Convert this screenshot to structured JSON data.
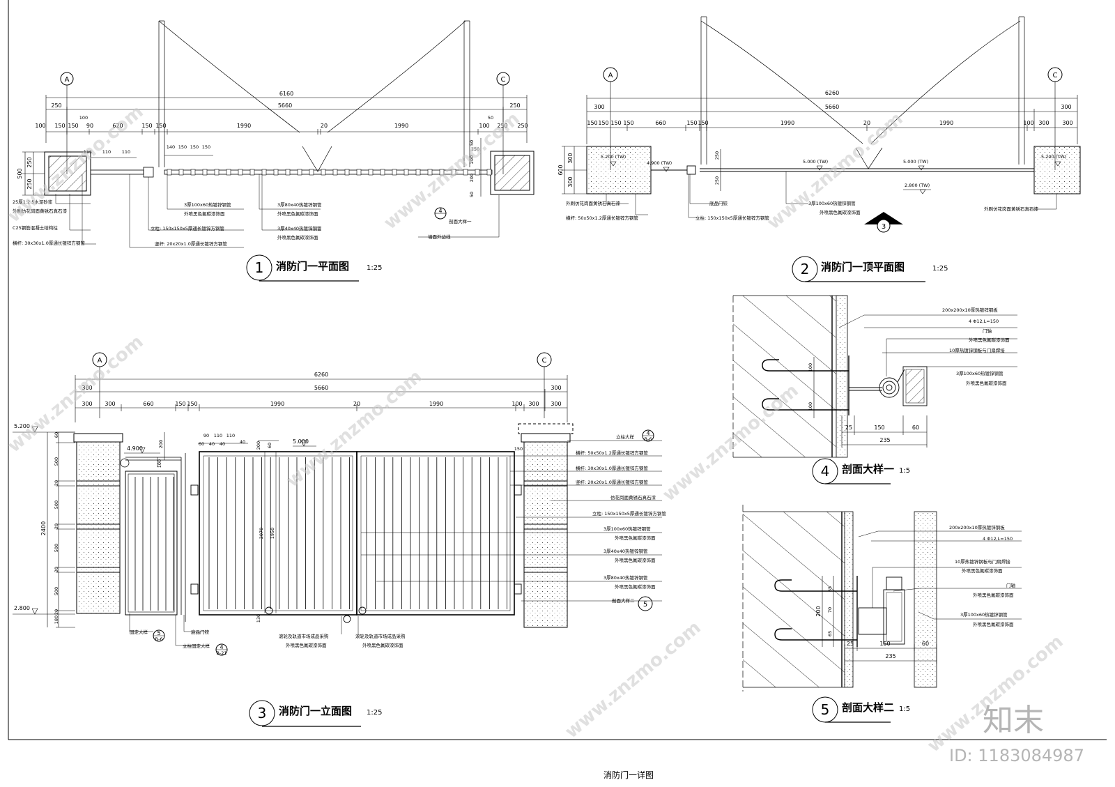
{
  "sheet_title": "消防门一详图",
  "brand": "知末",
  "id_text": "ID: 1183084987",
  "watermark": "www.znzmo.com",
  "axes": {
    "a": "A",
    "c": "C"
  },
  "views": {
    "v1": {
      "number": "1",
      "title": "消防门一平面图",
      "scale": "1:25"
    },
    "v2": {
      "number": "2",
      "title": "消防门一顶平面图",
      "scale": "1:25"
    },
    "v3": {
      "number": "3",
      "title": "消防门一立面图",
      "scale": "1:25"
    },
    "v4": {
      "number": "4",
      "title": "剖面大样一",
      "scale": "1:5"
    },
    "v5": {
      "number": "5",
      "title": "剖面大样二",
      "scale": "1:5"
    }
  },
  "plan1": {
    "dims_r1": "6160",
    "dims_r2": [
      "250",
      "5660",
      "250"
    ],
    "dims_r3": [
      "100",
      "150",
      "150",
      "90",
      "620",
      "150",
      "150",
      "1990",
      "20",
      "1990",
      "100",
      "250",
      "250"
    ],
    "dims_left": [
      "500",
      "250",
      "250"
    ],
    "dims_misc": [
      "100",
      "50",
      "115",
      "110",
      "110",
      "140",
      "150",
      "150",
      "150",
      "150",
      "200",
      "200",
      "50",
      "50"
    ],
    "notes": [
      "25厚1:2.5水泥砂浆",
      "外刷仿花岗面黄锈石真石漆",
      "C25钢筋混凝土结构柱",
      "横杆: 30x30x1.0厚通长镀锌方钢管",
      "3厚100x60热镀锌钢管",
      "外喷黑色氟碳漆饰面",
      "立柱: 150x150x5厚通长镀锌方钢管",
      "竖杆: 20x20x1.0厚通长镀锌方钢管",
      "3厚80x40热镀锌钢管",
      "外喷黑色氟碳漆饰面",
      "3厚40x40热镀锌钢管",
      "外喷黑色氟碳漆饰面",
      "剖面大样一",
      "墙面外边线"
    ],
    "ref_num": "4"
  },
  "plan2": {
    "dims_r1": "6260",
    "dims_r2": [
      "300",
      "5660",
      "300"
    ],
    "dims_r3": [
      "150",
      "150",
      "150",
      "150",
      "660",
      "150",
      "150",
      "1990",
      "20",
      "1990",
      "100",
      "300",
      "300"
    ],
    "dims_left": [
      "600",
      "300",
      "300"
    ],
    "dims_misc": [
      "250",
      "250"
    ],
    "levels": [
      "5.200 (TW)",
      "4.900 (TW)",
      "5.000 (TW)",
      "5.000 (TW)",
      "2.800 (TW)",
      "5.200 (TW)"
    ],
    "notes": [
      "外刷仿花岗面黄锈石真石漆",
      "横杆: 50x50x1.2厚通长镀锌方钢管",
      "底品门铰",
      "立柱: 150x150x5厚通长镀锌方钢管",
      "3厚100x60热镀锌钢管",
      "外喷黑色氟碳漆饰面",
      "外刷仿花岗面黄锈石真石漆"
    ],
    "section_mark": "3"
  },
  "elev3": {
    "dims_r1": "6260",
    "dims_r2": [
      "300",
      "5660",
      "300"
    ],
    "dims_r3": [
      "300",
      "300",
      "660",
      "150",
      "150",
      "1990",
      "20",
      "1990",
      "100",
      "300",
      "300"
    ],
    "dims_left": [
      "60",
      "80",
      "500",
      "20",
      "500",
      "20",
      "500",
      "20",
      "500",
      "20",
      "180"
    ],
    "dim_total": "2400",
    "dims_top": [
      "90",
      "110",
      "110",
      "60",
      "40",
      "40",
      "40",
      "200",
      "60",
      "200",
      "100",
      "150"
    ],
    "dims_inner": [
      "2070",
      "1950",
      "130"
    ],
    "levels": [
      "5.200",
      "4.900",
      "5.000",
      "2.800"
    ],
    "notes_right": [
      "立柱大样",
      "横杆: 50x50x1.2厚通长镀锌方钢管",
      "横杆: 30x30x1.0厚通长镀锌方钢管",
      "竖杆: 20x20x1.0厚通长镀锌方钢管",
      "仿花岗面黄锈石真石漆",
      "立柱: 150x150x5厚通长镀锌方钢管",
      "3厚100x60热镀锌钢管",
      "外喷黑色氟碳漆饰面",
      "3厚40x40热镀锌钢管",
      "外喷黑色氟碳漆饰面",
      "3厚80x40热镀锌钢管",
      "外喷黑色氟碳漆饰面",
      "剖面大样二"
    ],
    "notes_bottom": [
      "固定大样",
      "底品门铰",
      "立柱固定大样",
      "滚轮及轨道市场成品采购",
      "外喷黑色氟碳漆饰面",
      "滚轮及轨道市场成品采购",
      "外喷黑色氟碳漆饰面"
    ],
    "refs": {
      "r4_num": "4",
      "r4_sheet": "B-6",
      "r5_num": "5",
      "r5_sheet": "B-6",
      "r4b_num": "4",
      "r4b_sheet": "B-21",
      "r5b_num": "5"
    }
  },
  "det4": {
    "notes": [
      "200x200x10厚热镀锌钢板",
      "4 Φ12,L=150",
      "门轴",
      "外喷黑色氟碳漆饰面",
      "10厚热镀锌钢板与门扇焊接",
      "3厚100x60热镀锌钢管",
      "外喷黑色氟碳漆饰面"
    ],
    "dims": [
      "100",
      "100",
      "25",
      "150",
      "60",
      "235"
    ]
  },
  "det5": {
    "notes": [
      "200x200x10厚热镀锌钢板",
      "4 Φ12,L=150",
      "10厚热镀锌钢板与门扇焊接",
      "外喷黑色氟碳漆饰面",
      "门轴",
      "外喷黑色氟碳漆饰面",
      "3厚100x60热镀锌钢管",
      "外喷黑色氟碳漆饰面"
    ],
    "dims": [
      "65",
      "70",
      "65",
      "200",
      "25",
      "150",
      "60",
      "235"
    ]
  }
}
